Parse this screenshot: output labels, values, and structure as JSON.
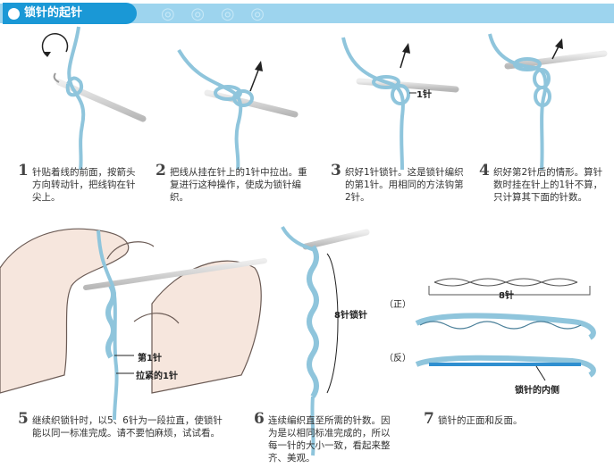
{
  "header": {
    "title": "锁针的起针"
  },
  "steps": [
    {
      "num": "1",
      "text": "针贴着线的前面，按箭头方向转动针，把线钩在针尖上。"
    },
    {
      "num": "2",
      "text": "把线从挂在针上的1针中拉出。重复进行这种操作，使成为锁针编织。"
    },
    {
      "num": "3",
      "text": "织好1针锁针。这是锁针编织的第1针。用相同的方法钩第2针。"
    },
    {
      "num": "4",
      "text": "织好第2针后的情形。算针数时挂在针上的1针不算，只计算其下面的针数。"
    },
    {
      "num": "5",
      "text": "继续织锁针时，以5、6针为一段拉直，使锁针能以同一标准完成。请不要怕麻烦，试试看。"
    },
    {
      "num": "6",
      "text": "连续编织直至所需的针数。因为是以相同标准完成的，所以每一针的大小一致，看起来整齐、美观。"
    },
    {
      "num": "7",
      "text": "锁针的正面和反面。"
    }
  ],
  "labels": {
    "one_stitch": "1针",
    "first_stitch": "第1针",
    "pull_tight": "拉紧的1针",
    "eight_stitches": "8针锁针",
    "eight": "8针",
    "front": "（正）",
    "back": "（反）",
    "inner": "锁针的内侧"
  },
  "colors": {
    "accent": "#1a98d6",
    "header_band": "#9dd4ee",
    "yarn": "#8fc5dc",
    "yarn_inner": "#2f8fd0",
    "needle": "#cfcfcf",
    "hand": "#f6e6dd"
  }
}
